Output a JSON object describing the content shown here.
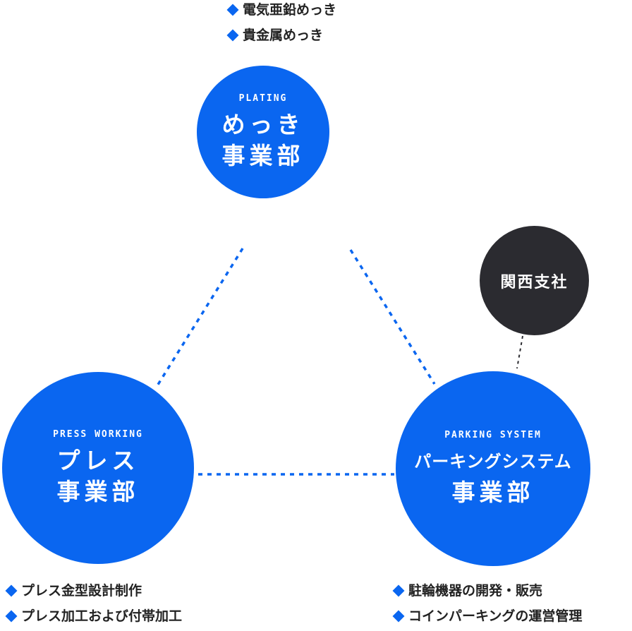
{
  "circles": {
    "plating": {
      "en": "PLATING",
      "jp_line1": "めっき",
      "jp_line2": "事業部"
    },
    "press": {
      "en": "PRESS WORKING",
      "jp_line1": "プレス",
      "jp_line2": "事業部"
    },
    "parking": {
      "en": "PARKING SYSTEM",
      "jp_line1": "パーキングシステム",
      "jp_line2": "事業部"
    },
    "kansai": {
      "label": "関西支社"
    }
  },
  "lists": {
    "plating": [
      "電気亜鉛めっき",
      "貴金属めっき"
    ],
    "press": [
      "プレス金型設計制作",
      "プレス加工および付帯加工"
    ],
    "parking": [
      "駐輪機器の開発・販売",
      "コインパーキングの運営管理"
    ]
  },
  "colors": {
    "primary": "#0a66f0",
    "dark": "#2b2b30",
    "text": "#222222"
  }
}
